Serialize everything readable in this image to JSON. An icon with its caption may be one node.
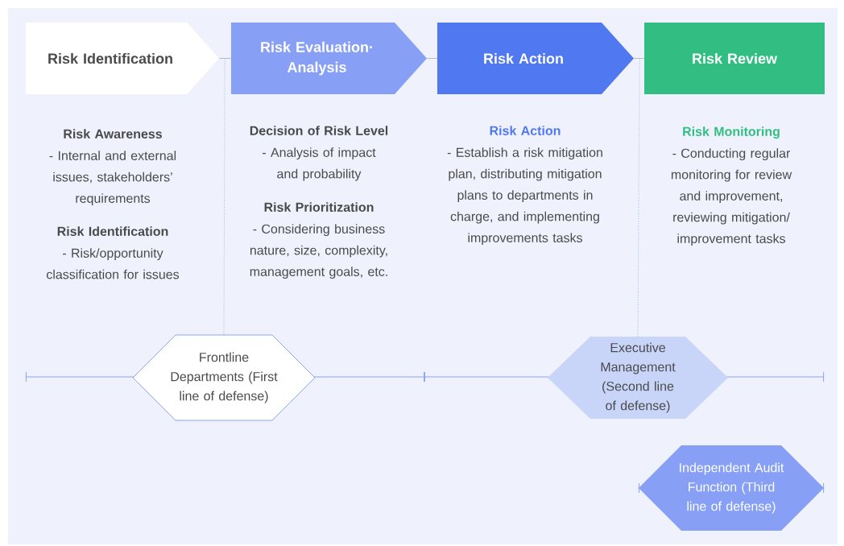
{
  "diagram": {
    "nodes": [
      {
        "text": [
          "Risk Identification"
        ]
      },
      {
        "text": [
          "Risk Evaluation· Analysis"
        ]
      },
      {
        "text": [
          "Risk Action"
        ]
      },
      {
        "text": [
          "Risk Review"
        ]
      },
      {
        "text": [
          "Frontline Departments (First line of defense)"
        ]
      },
      {
        "text": [
          "Executive Management (Second line of defense)"
        ]
      },
      {
        "text": [
          "Independent Audit Function (Third line of defense)"
        ]
      }
    ],
    "edges": [
      {
        "from": 0,
        "to": 1,
        "arrow": "none"
      },
      {
        "from": 1,
        "to": 2,
        "arrow": "none"
      },
      {
        "from": 2,
        "to": 3,
        "arrow": "none"
      },
      {
        "from": 0,
        "to": 4,
        "arrow": "none",
        "style": "dashed",
        "color": "#6f8ff0"
      },
      {
        "from": 2,
        "to": 5,
        "arrow": "none",
        "style": "dashed",
        "color": "#6f8ff0"
      }
    ],
    "labels": [
      "Risk Awareness",
      "- Internal and external issues, stakeholders’ requirements",
      "Risk Identification",
      "- Risk/opportunity classification for issues",
      "Decision of Risk Level",
      "- Analysis of impact and probability",
      "Risk Prioritization",
      "- Considering business nature, size, complexity, management goals, etc.",
      "Risk Action",
      "- Establish a risk mitigation plan, distributing mitigation plans to departments in charge, and implementing improvements tasks",
      "Risk Monitoring",
      "- Conducting regular monitoring for review and improvement, reviewing mitigation/ improvement tasks"
    ]
  }
}
